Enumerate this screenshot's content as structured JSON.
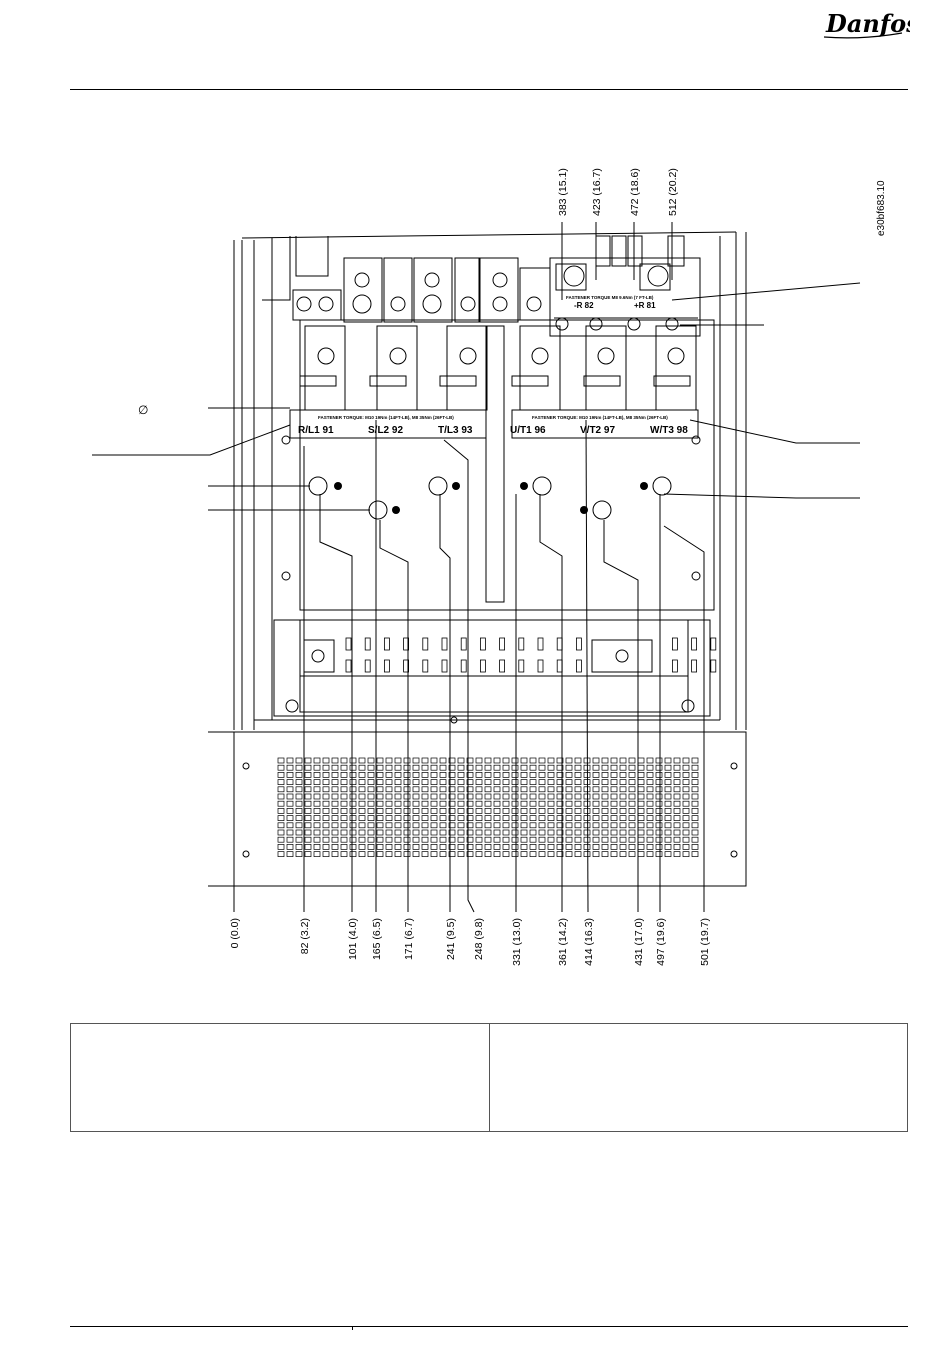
{
  "header": {
    "brand": "Danfoss"
  },
  "figure": {
    "code": "e30bf683.10",
    "diameter_symbol": "∅",
    "top_dimensions": [
      "383 (15.1)",
      "423 (16.7)",
      "472 (18.6)",
      "512 (20.2)"
    ],
    "bottom_dimensions": [
      "0 (0.0)",
      "82 (3.2)",
      "101 (4.0)",
      "165 (6.5)",
      "171 (6.7)",
      "241 (9.5)",
      "248 (9.8)",
      "331 (13.0)",
      "361 (14.2)",
      "414 (16.3)",
      "431 (17.0)",
      "497 (19.6)",
      "501 (19.7)"
    ],
    "terminals_left": [
      "R/L1  91",
      "S/L2  92",
      "T/L3  93"
    ],
    "terminals_right": [
      "U/T1  96",
      "V/T2  97",
      "W/T3  98"
    ],
    "brake_terminals": [
      "-R  82",
      "+R  81"
    ],
    "plate_text_left": "FASTENER TORQUE: M10 19Nm (14FT-LB), M8 35Nm (26FT-LB)",
    "plate_text_right": "FASTENER TORQUE: M10 19Nm (14FT-LB), M8 35Nm (26FT-LB)",
    "brake_plate_text": "FASTENER TORQUE  M8 9.6Nm (7 FT-LB)"
  },
  "colors": {
    "line": "#000000",
    "border": "#555555"
  }
}
